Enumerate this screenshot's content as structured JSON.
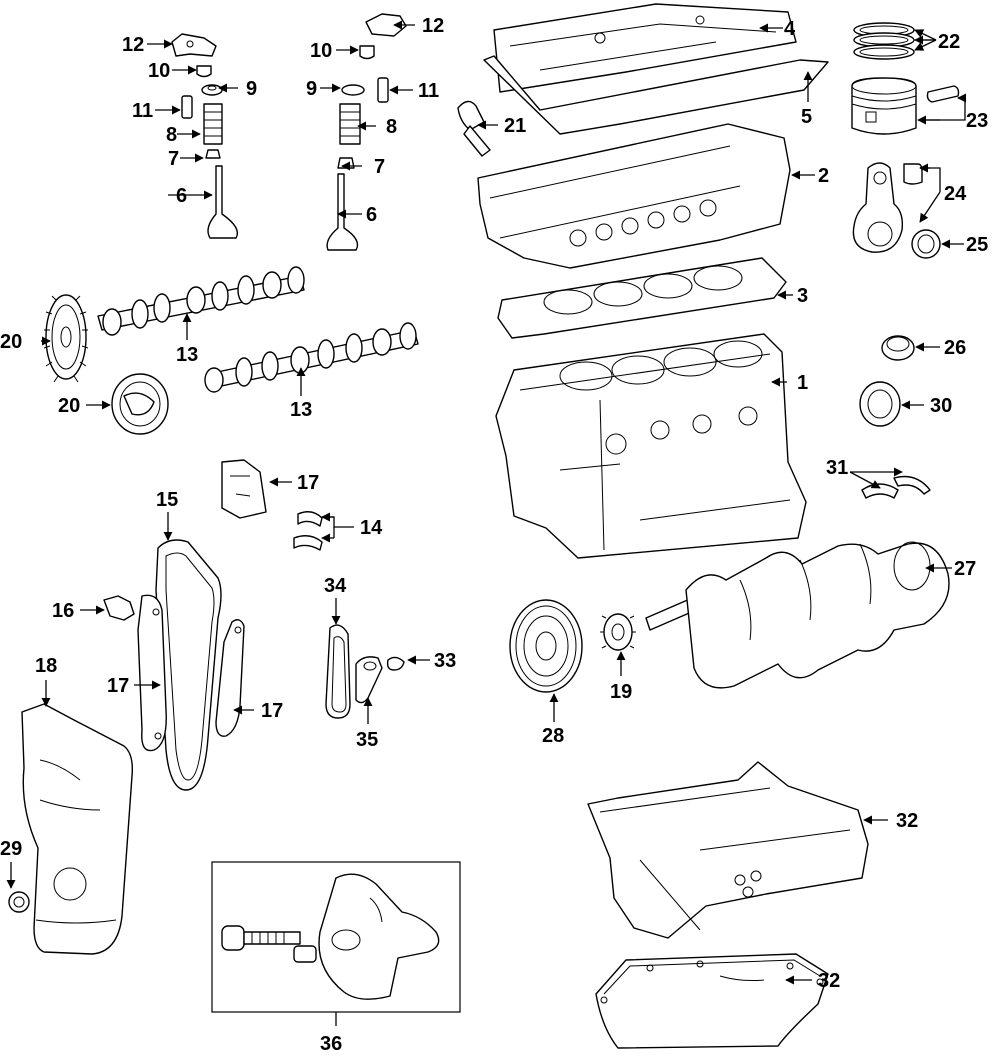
{
  "labels": [
    "1",
    "2",
    "3",
    "4",
    "5",
    "6",
    "7",
    "8",
    "9",
    "10",
    "11",
    "12",
    "13",
    "14",
    "15",
    "16",
    "17",
    "18",
    "19",
    "20",
    "21",
    "22",
    "23",
    "24",
    "25",
    "26",
    "27",
    "28",
    "29",
    "30",
    "31",
    "32",
    "33",
    "34",
    "35",
    "36"
  ],
  "colors": {
    "line": "#000000",
    "background": "#ffffff"
  }
}
